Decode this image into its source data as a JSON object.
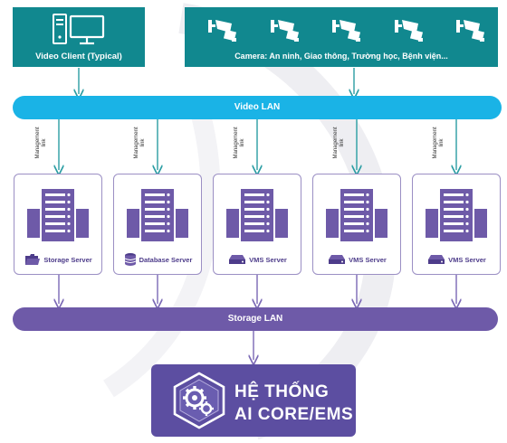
{
  "video_client": {
    "label": "Video Client (Typical)"
  },
  "camera_group": {
    "label": "Camera: An ninh, Giao thông, Trường học, Bệnh viện..."
  },
  "video_lan": {
    "label": "Video LAN"
  },
  "storage_lan": {
    "label": "Storage LAN"
  },
  "management_link": {
    "line1": "Management",
    "line2": "link"
  },
  "servers": [
    {
      "label": "Storage Server",
      "icon": "folder-icon"
    },
    {
      "label": "Database Server",
      "icon": "database-icon"
    },
    {
      "label": "VMS Server",
      "icon": "drive-icon"
    },
    {
      "label": "VMS Server",
      "icon": "drive-icon"
    },
    {
      "label": "VMS Server",
      "icon": "drive-icon"
    }
  ],
  "ai_system": {
    "line1": "HỆ THỐNG",
    "line2": "AI CORE/EMS"
  },
  "colors": {
    "teal": "#11888f",
    "cyan_lan": "#1ab3e6",
    "purple": "#6e5aa8",
    "arrow_teal": "#2a9da3",
    "arrow_purple": "#7a68b5"
  }
}
